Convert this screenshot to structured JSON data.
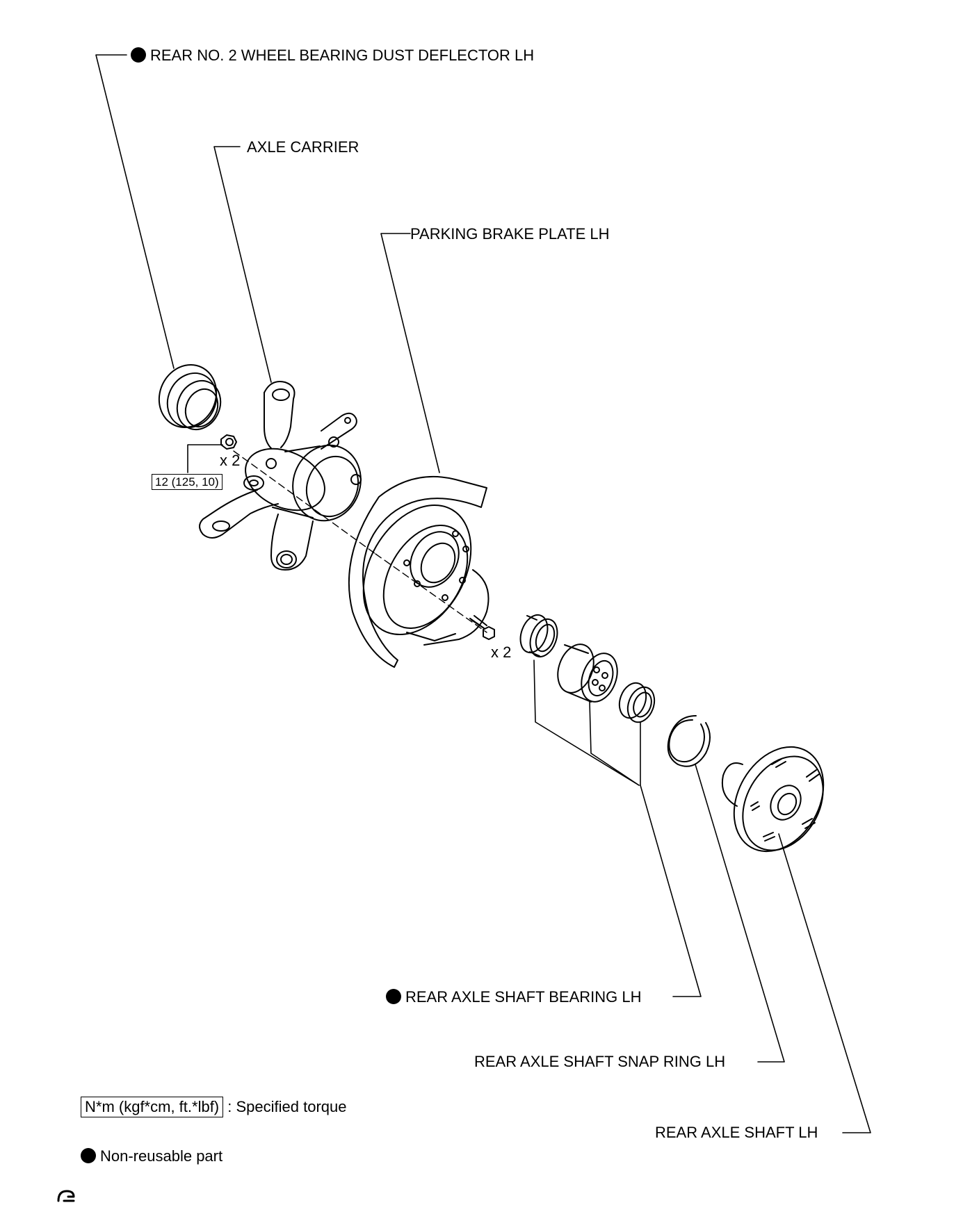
{
  "labels": {
    "dust_deflector": "REAR NO. 2 WHEEL BEARING DUST DEFLECTOR LH",
    "axle_carrier": "AXLE CARRIER",
    "parking_brake_plate": "PARKING BRAKE PLATE LH",
    "bearing": "REAR AXLE SHAFT BEARING LH",
    "snap_ring": "REAR AXLE SHAFT SNAP RING LH",
    "axle_shaft": "REAR AXLE SHAFT LH"
  },
  "torque": {
    "value": "12 (125, 10)",
    "qty_nut": "x 2",
    "qty_bolt": "x 2"
  },
  "legend": {
    "torque_unit": "N*m (kgf*cm, ft.*lbf)",
    "torque_desc": ": Specified torque",
    "nonreusable_desc": "Non-reusable part"
  },
  "non_reusable_marked": [
    "dust_deflector",
    "bearing"
  ],
  "icons": [
    "non-reusable-dot-icon",
    "corner-mark-icon"
  ]
}
